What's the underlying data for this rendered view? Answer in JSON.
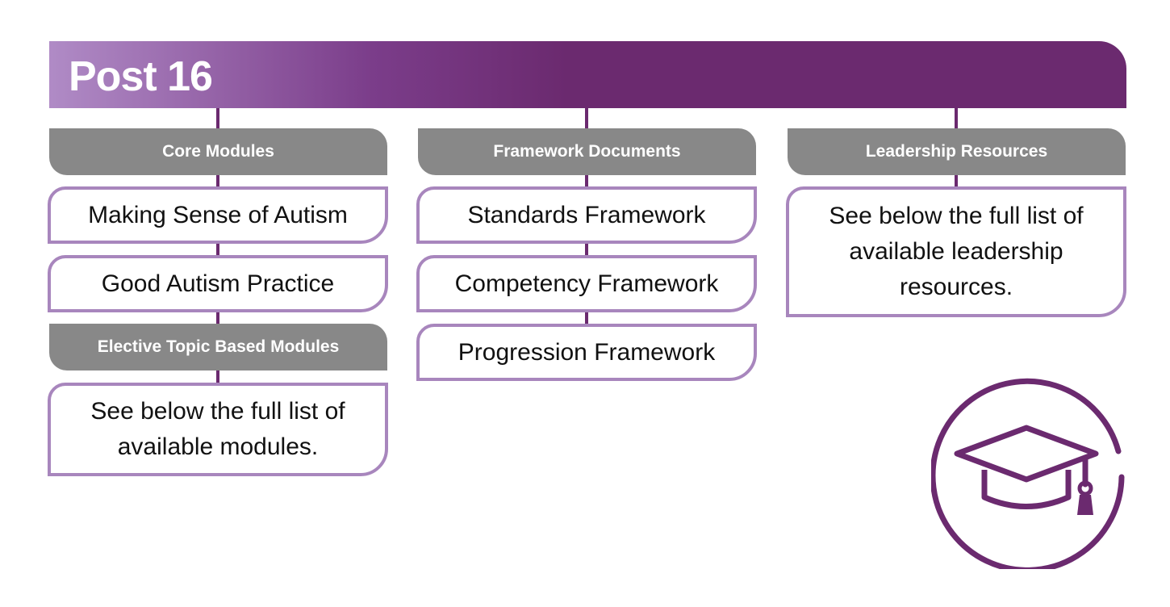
{
  "title": "Post 16",
  "columns": [
    {
      "header": "Core Modules",
      "items": [
        "Making Sense of Autism",
        "Good Autism Practice"
      ],
      "subheader": "Elective Topic Based Modules",
      "subitem": "See below the full list of available modules."
    },
    {
      "header": "Framework Documents",
      "items": [
        "Standards Framework",
        "Competency Framework",
        "Progression Framework"
      ]
    },
    {
      "header": "Leadership Resources",
      "items": [
        "See below the full list of available leadership resources."
      ]
    }
  ],
  "colors": {
    "purple": "#6b2a6f",
    "light_purple": "#a886bd",
    "gray": "#888888"
  },
  "icon": "graduation-cap-icon"
}
